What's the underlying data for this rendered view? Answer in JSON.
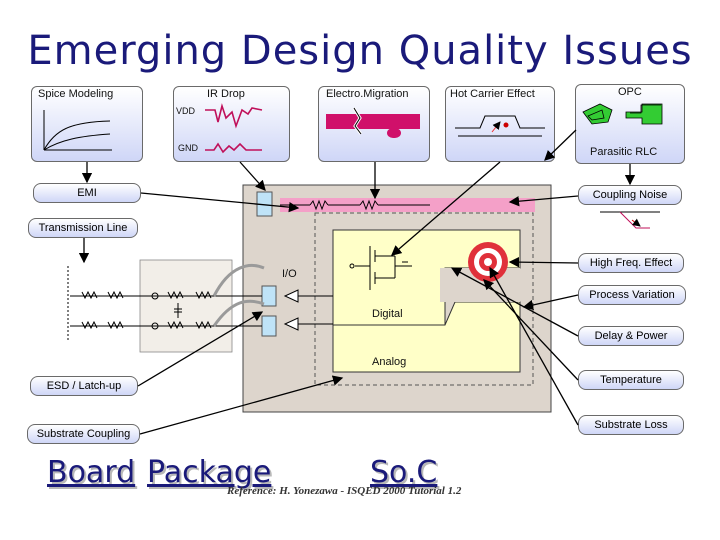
{
  "title": "Emerging Design Quality Issues",
  "top_labels": {
    "spice_modeling": "Spice Modeling",
    "ir_drop": "IR Drop",
    "vdd": "VDD",
    "gnd": "GND",
    "electromigration": "Electro.Migration",
    "hot_carrier": "Hot Carrier Effect",
    "opc": "OPC",
    "parasitic_rlc": "Parasitic RLC"
  },
  "left_labels": {
    "emi": "EMI",
    "transmission_line": "Transmission Line",
    "esd": "ESD / Latch-up",
    "substrate_coupling": "Substrate Coupling"
  },
  "right_labels": {
    "coupling_noise": "Coupling Noise",
    "high_freq": "High Freq. Effect",
    "process_variation": "Process Variation",
    "delay_power": "Delay & Power",
    "temperature": "Temperature",
    "substrate_loss": "Substrate Loss"
  },
  "chip_labels": {
    "io": "I/O",
    "digital": "Digital",
    "analog": "Analog"
  },
  "bottom": {
    "board": "Board",
    "package": "Package",
    "soc": "So.C",
    "reference": "Reference: H. Yonezawa - ISQED 2000 Tutorial 1.2"
  },
  "colors": {
    "title": "#1a1a7a",
    "chip_fill": "#ddd5cc",
    "digital_fill": "#ffffc8",
    "analog_fill": "#ffffc8",
    "io_pad_fill": "#bfe3f7",
    "waveform": "#c0105a",
    "opc_green": "#33cc33",
    "high_freq_red": "#e0303a"
  }
}
